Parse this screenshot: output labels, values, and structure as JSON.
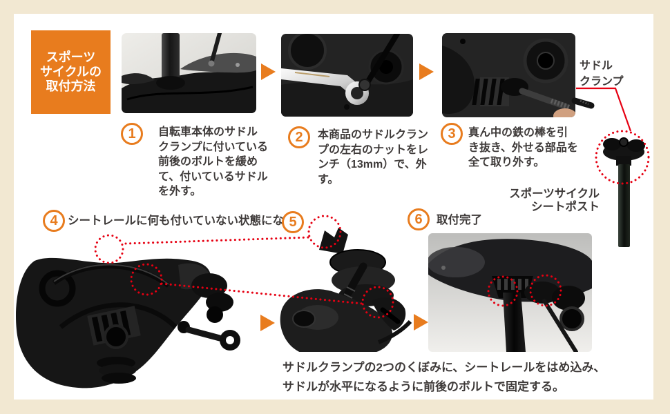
{
  "page": {
    "background_color": "#f2e8d2",
    "panel_color": "#ffffff",
    "accent_orange": "#e87c1e",
    "annotation_red": "#e60012",
    "text_color": "#3e3a39"
  },
  "title_box": {
    "text": "スポーツ\nサイクルの\n取付方法"
  },
  "steps": [
    {
      "num": "1",
      "text": "自転車本体のサドル\nクランプに付いている\n前後のボルトを緩め\nて、付いているサドル\nを外す。"
    },
    {
      "num": "2",
      "text": "本商品のサドルクラン\nプの左右のナットをレ\nンチ（13mm）で、外\nす。"
    },
    {
      "num": "3",
      "text": "真ん中の鉄の棒を引\nき抜き、外せる部品を\n全て取り外す。"
    },
    {
      "num": "4",
      "text": "シートレールに何も付いていない状態になる。"
    },
    {
      "num": "5",
      "text": ""
    },
    {
      "num": "6",
      "text": "取付完了"
    }
  ],
  "labels": {
    "saddle_clamp": "サドル\nクランプ",
    "seatpost": "スポーツサイクル\nシートポスト"
  },
  "bottom_note": "サドルクランプの2つのくぼみに、シートレールをはめ込み、\nサドルが水平になるように前後のボルトで固定する。"
}
